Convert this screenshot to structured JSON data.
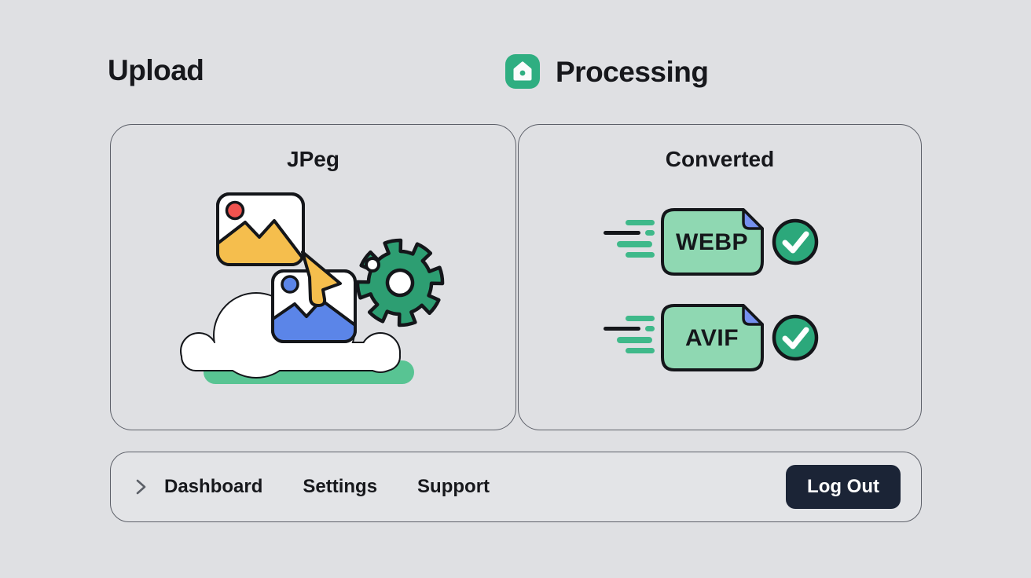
{
  "colors": {
    "background": "#dfe0e3",
    "panel_border": "#5d6069",
    "ink": "#17181c",
    "brand_green": "#2fae81",
    "badge_green": "#8fd8b2",
    "badge_fold_blue": "#7590ee",
    "check_green": "#2ca87b",
    "gear_green": "#2d9e72",
    "shadow_green": "#58c493",
    "accent_yellow": "#f5be4d",
    "accent_red": "#f0534f",
    "accent_blue": "#5b85e8",
    "logout_bg": "#1b2436",
    "logout_text": "#ffffff"
  },
  "header": {
    "upload_title": "Upload",
    "processing_title": "Processing",
    "processing_icon": "home-icon"
  },
  "upload_panel": {
    "title": "JPeg",
    "illustration": "photo-cards-upload-to-cloud-with-gear"
  },
  "processing_panel": {
    "title": "Converted",
    "results": [
      {
        "format": "WEBP",
        "status": "done",
        "status_icon": "check-circle-icon"
      },
      {
        "format": "AVIF",
        "status": "done",
        "status_icon": "check-circle-icon"
      }
    ]
  },
  "bottom_nav": {
    "chevron_icon": "chevron-right-icon",
    "items": [
      {
        "label": "Dashboard"
      },
      {
        "label": "Settings"
      },
      {
        "label": "Support"
      }
    ],
    "logout_label": "Log Out"
  }
}
